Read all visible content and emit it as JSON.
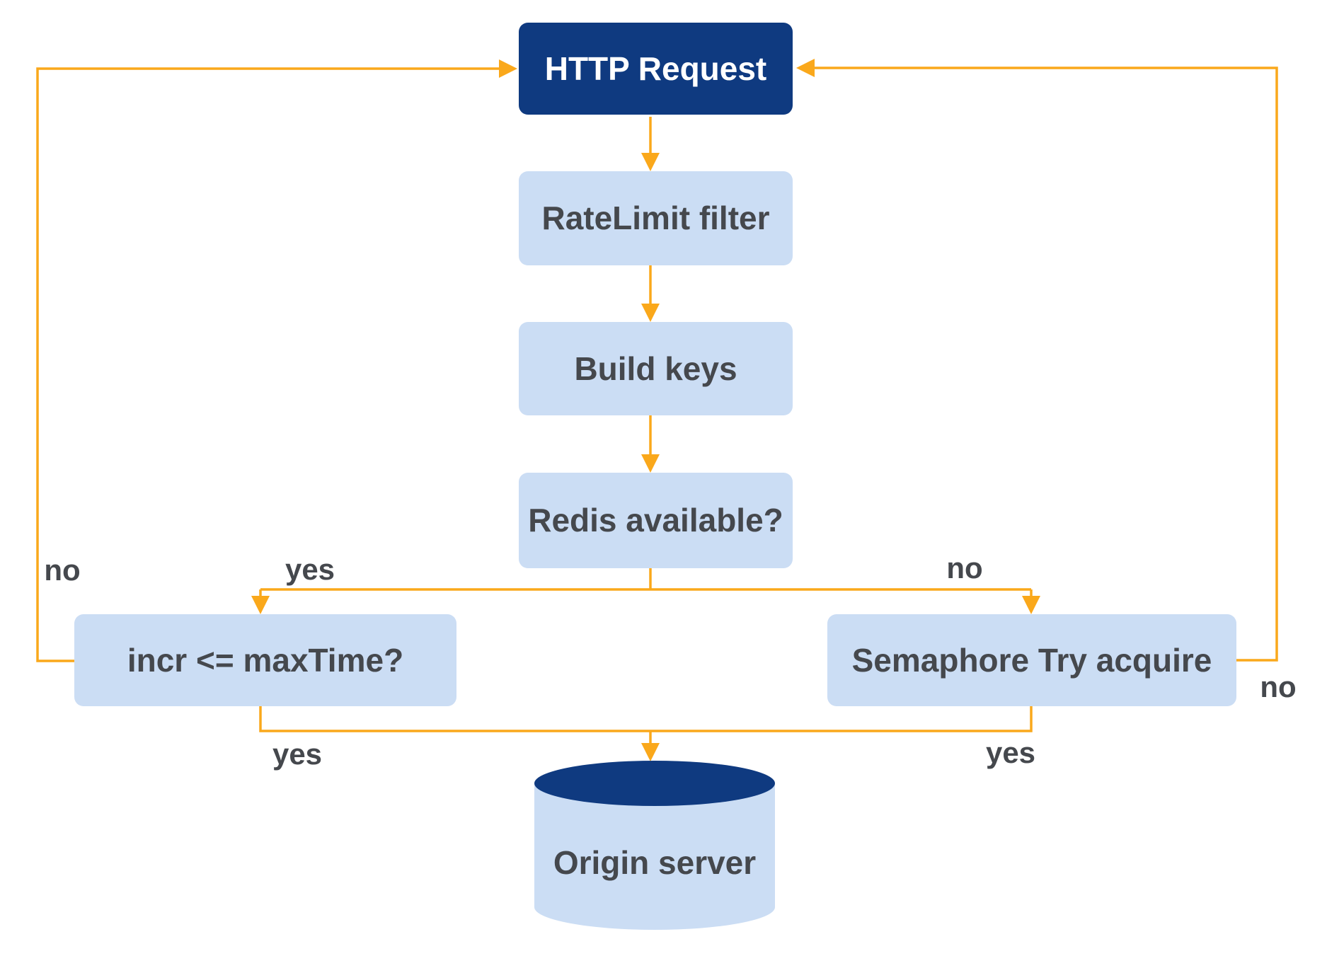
{
  "diagram": {
    "type": "flowchart",
    "background": "#ffffff",
    "colors": {
      "primary_node_fill": "#0F3A80",
      "primary_node_text": "#ffffff",
      "secondary_node_fill": "#CBDDF4",
      "secondary_node_text": "#45484D",
      "edge_line": "#FAA81B",
      "edge_label_text": "#45484D"
    },
    "nodes": {
      "http_request": {
        "label": "HTTP Request",
        "shape": "rounded-rect",
        "style": "primary"
      },
      "ratelimit_filter": {
        "label": "RateLimit filter",
        "shape": "rounded-rect",
        "style": "secondary"
      },
      "build_keys": {
        "label": "Build keys",
        "shape": "rounded-rect",
        "style": "secondary"
      },
      "redis_available": {
        "label": "Redis available?",
        "shape": "rounded-rect",
        "style": "secondary"
      },
      "incr_le_maxtime": {
        "label": "incr <= maxTime?",
        "shape": "rounded-rect",
        "style": "secondary"
      },
      "semaphore_try_acquire": {
        "label": "Semaphore Try acquire",
        "shape": "rounded-rect",
        "style": "secondary"
      },
      "origin_server": {
        "label": "Origin server",
        "shape": "cylinder",
        "style": "secondary"
      }
    },
    "edges": [
      {
        "from": "http_request",
        "to": "ratelimit_filter",
        "label": ""
      },
      {
        "from": "ratelimit_filter",
        "to": "build_keys",
        "label": ""
      },
      {
        "from": "build_keys",
        "to": "redis_available",
        "label": ""
      },
      {
        "from": "redis_available",
        "to": "incr_le_maxtime",
        "label": "yes"
      },
      {
        "from": "redis_available",
        "to": "semaphore_try_acquire",
        "label": "no"
      },
      {
        "from": "incr_le_maxtime",
        "to": "origin_server",
        "label": "yes"
      },
      {
        "from": "semaphore_try_acquire",
        "to": "origin_server",
        "label": "yes"
      },
      {
        "from": "incr_le_maxtime",
        "to": "http_request",
        "label": "no"
      },
      {
        "from": "semaphore_try_acquire",
        "to": "http_request",
        "label": "no"
      }
    ],
    "edge_labels": {
      "incr_no": "no",
      "redis_yes": "yes",
      "redis_no": "no",
      "semaphore_no": "no",
      "incr_yes": "yes",
      "semaphore_yes": "yes"
    }
  }
}
